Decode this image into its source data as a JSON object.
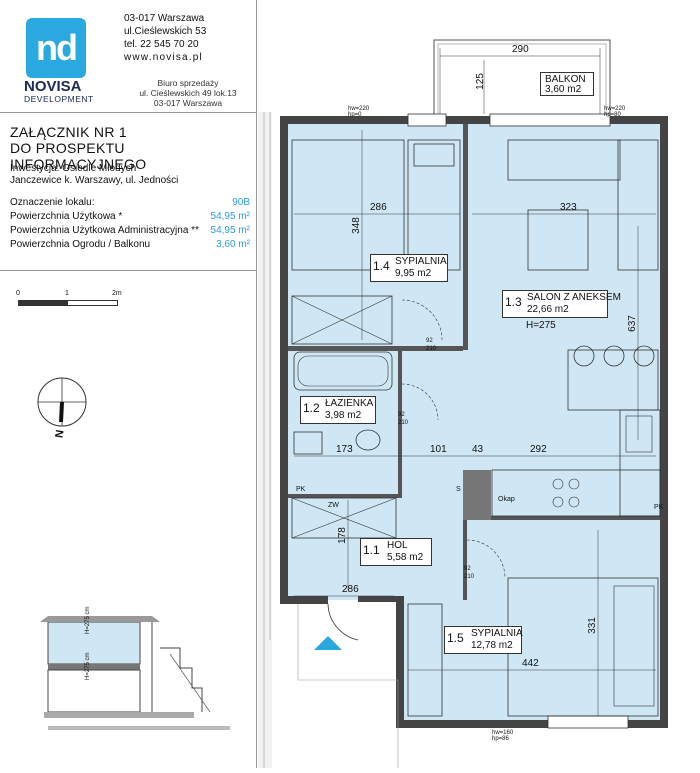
{
  "brand": {
    "logo_text": "nd",
    "name": "NOVISA",
    "sub": "DEVELOPMENT"
  },
  "office": {
    "line1": "03-017 Warszawa",
    "line2": "ul.Cieślewskich 53",
    "line3": "tel.   22 545 70 20",
    "web": "www.novisa.pl"
  },
  "sales_office": {
    "title": "Biuro sprzedaży",
    "addr": "ul. Cieślewskich 49 lok.13",
    "city": "03-017 Warszawa"
  },
  "attachment": {
    "line1": "ZAŁĄCZNIK NR 1",
    "line2": "DO PROSPEKTU INFORMACYJNEGO"
  },
  "investment": {
    "line1": "Inwestycja: Osiedle Młodych",
    "line2": "Janczewice k. Warszawy, ul. Jedności"
  },
  "unit": {
    "label": "Oznaczenie lokalu:",
    "value": "90B",
    "rows": [
      {
        "label": "Powierzchnia Użytkowa *",
        "value": "54,95 m²"
      },
      {
        "label": "Powierzchnia Użytkowa Administracyjna **",
        "value": "54,95 m²"
      },
      {
        "label": "Powierzchnia Ogrodu / Balkonu",
        "value": "3,60 m²"
      }
    ]
  },
  "scale": {
    "t0": "0",
    "t1": "1",
    "t2": "2m"
  },
  "compass": {
    "letter": "N"
  },
  "section": {
    "h1": "H=275 cm",
    "h2": "H=275 cm"
  },
  "rooms": {
    "r14": {
      "num": "1.4",
      "name": "SYPIALNIA",
      "area": "9,95 m2"
    },
    "r13": {
      "num": "1.3",
      "name": "SALON Z ANEKSEM",
      "area": "22,66 m2",
      "h": "H=275"
    },
    "r12": {
      "num": "1.2",
      "name": "ŁAZIENKA",
      "area": "3,98 m2"
    },
    "r11": {
      "num": "1.1",
      "name": "HOL",
      "area": "5,58 m2"
    },
    "r15": {
      "num": "1.5",
      "name": "SYPIALNIA",
      "area": "12,78 m2"
    },
    "balcony": {
      "name": "BALKON",
      "area": "3,60 m2"
    }
  },
  "dims": {
    "d290": "290",
    "d125": "125",
    "d286a": "286",
    "d323": "323",
    "d348": "348",
    "d637": "637",
    "d173": "173",
    "d101": "101",
    "d43": "43",
    "d292": "292",
    "d178": "178",
    "d286b": "286",
    "d442": "442",
    "d331": "331",
    "door1": "92",
    "door1b": "210",
    "door2": "92",
    "door2b": "210",
    "door3": "92",
    "door3b": "210",
    "hw1": "hw=220",
    "hw1b": "hp=0",
    "hw2": "hw=220",
    "hw2b": "hp=80",
    "hw3": "hw=160",
    "hw3b": "hp=86",
    "okap": "Okap",
    "pk1": "PK",
    "pk2": "PK",
    "zw": "ZW",
    "s": "S"
  },
  "colors": {
    "floor": "#cfe7f4",
    "wall": "#444444",
    "accent": "#2aa9e0"
  }
}
